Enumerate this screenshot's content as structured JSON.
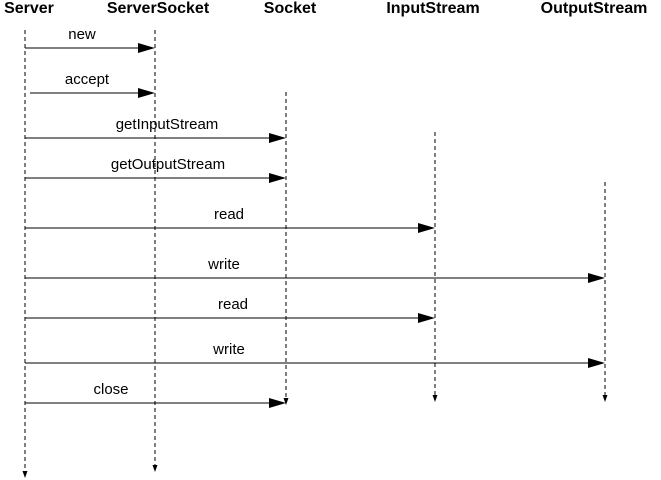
{
  "participants": [
    {
      "id": "server",
      "label": "Server"
    },
    {
      "id": "serversocket",
      "label": "ServerSocket"
    },
    {
      "id": "socket",
      "label": "Socket"
    },
    {
      "id": "inputstream",
      "label": "InputStream"
    },
    {
      "id": "outputstream",
      "label": "OutputStream"
    }
  ],
  "messages": [
    {
      "label": "new",
      "from": "server",
      "to": "serversocket"
    },
    {
      "label": "accept",
      "from": "server",
      "to": "serversocket"
    },
    {
      "label": "getInputStream",
      "from": "server",
      "to": "socket"
    },
    {
      "label": "getOutputStream",
      "from": "server",
      "to": "socket"
    },
    {
      "label": "read",
      "from": "server",
      "to": "inputstream"
    },
    {
      "label": "write",
      "from": "server",
      "to": "outputstream"
    },
    {
      "label": "read",
      "from": "server",
      "to": "inputstream"
    },
    {
      "label": "write",
      "from": "server",
      "to": "outputstream"
    },
    {
      "label": "close",
      "from": "server",
      "to": "socket"
    }
  ]
}
